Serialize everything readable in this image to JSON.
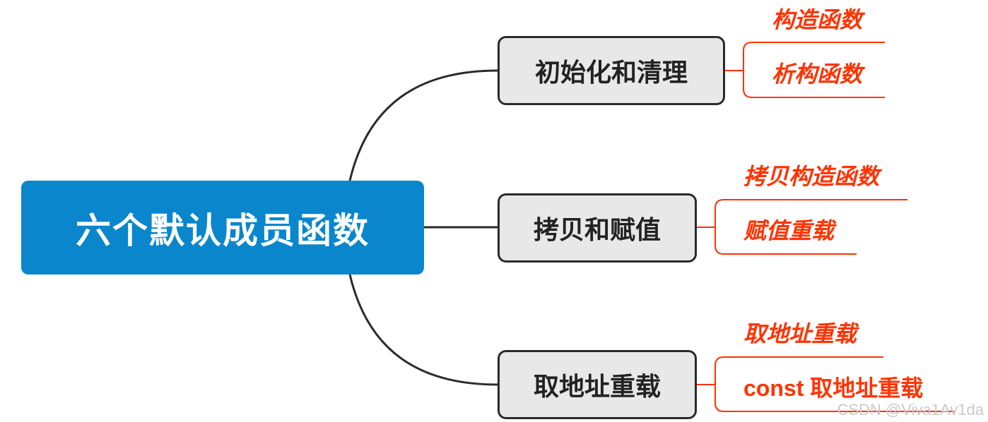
{
  "root": {
    "label": "六个默认成员函数"
  },
  "branches": [
    {
      "label": "初始化和清理",
      "leaves": [
        "构造函数",
        "析构函数"
      ]
    },
    {
      "label": "拷贝和赋值",
      "leaves": [
        "拷贝构造函数",
        "赋值重载"
      ]
    },
    {
      "label": "取地址重载",
      "leaves": [
        "取地址重载",
        "const 取地址重载"
      ]
    }
  ],
  "watermark": "CSDN @Viva1Av1da",
  "colors": {
    "root_fill": "#0a86cc",
    "branch_fill": "#e8e8e8",
    "branch_border": "#2b2b2b",
    "connector": "#2b2b2b",
    "leaf_text": "#ff3300",
    "leaf_connector": "#ff3300"
  }
}
